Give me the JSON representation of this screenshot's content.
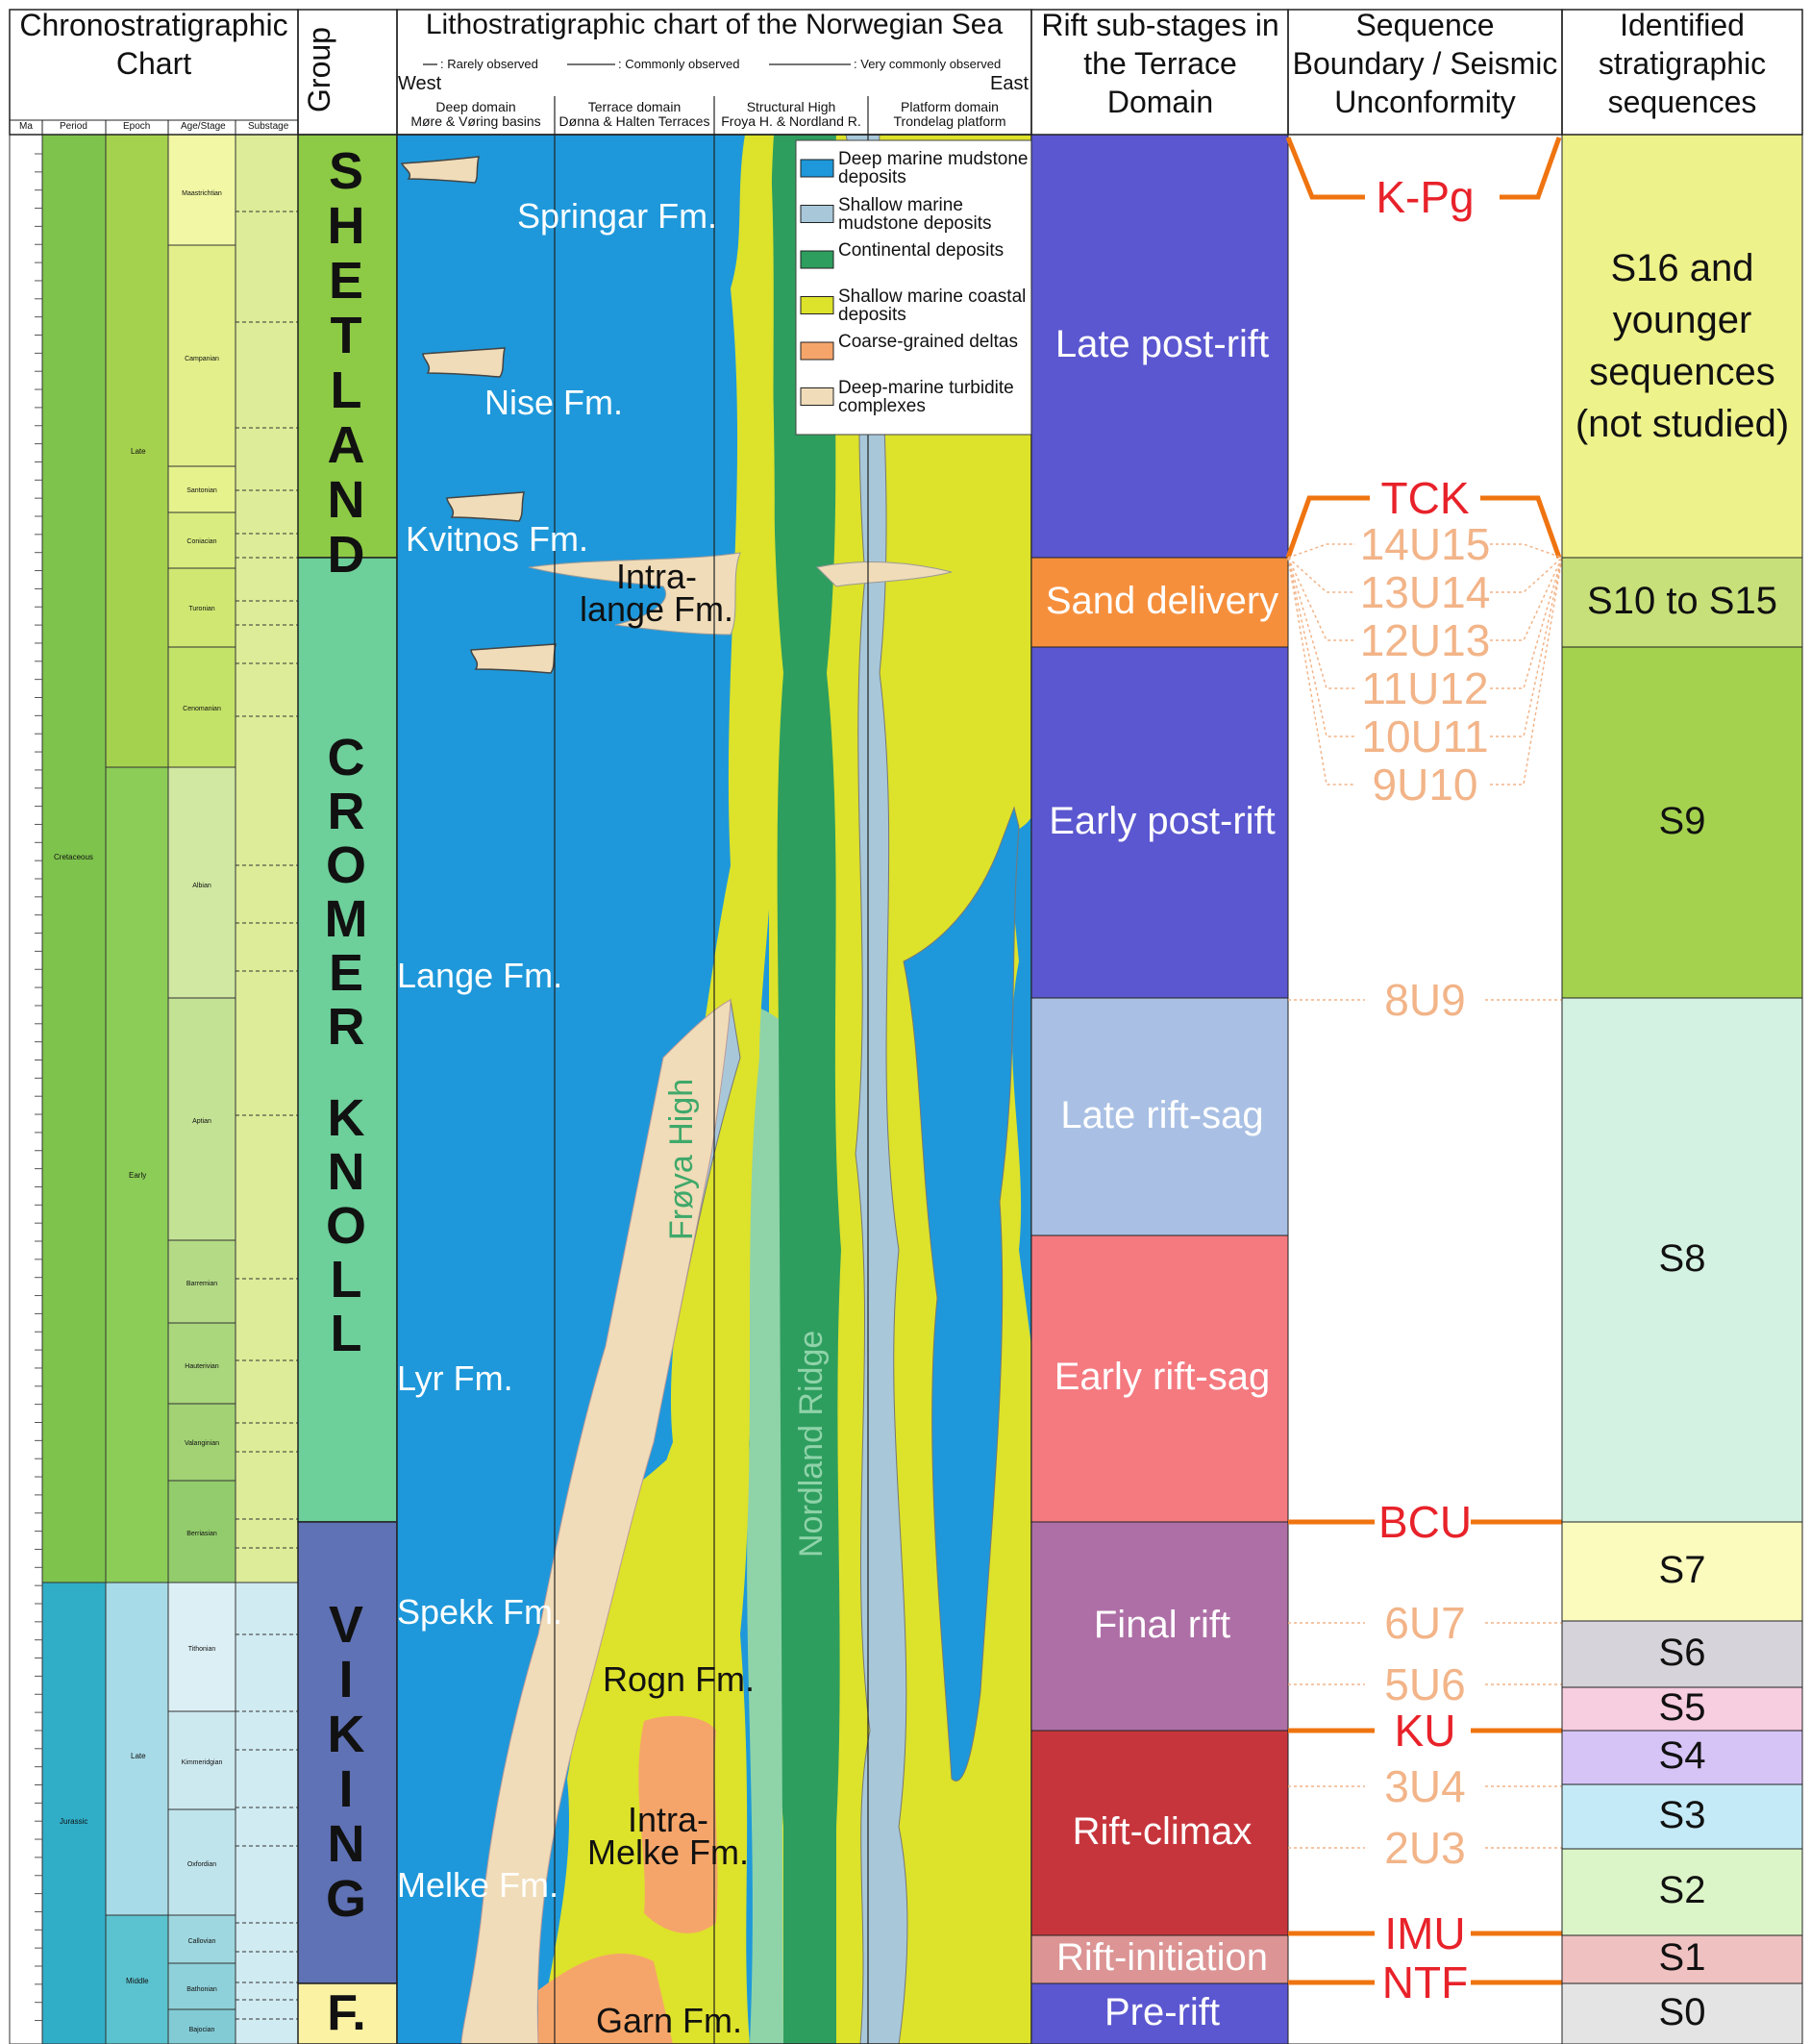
{
  "headers": {
    "chrono": "Chronostratigraphic Chart",
    "group": "Group",
    "litho": "Lithostratigraphic chart of the Norwegian Sea",
    "rift": "Rift sub-stages in the Terrace Domain",
    "boundary": "Sequence Boundary / Seismic Unconformity",
    "sequences": "Identified stratigraphic sequences"
  },
  "chrono_cols": [
    "Ma",
    "Period",
    "Epoch",
    "Age/Stage",
    "Substage"
  ],
  "observation_key": {
    "rare": "Rarely observed",
    "common": "Commonly observed",
    "very_common": "Very commonly observed"
  },
  "direction": {
    "west": "West",
    "east": "East"
  },
  "domains": [
    {
      "name": "Deep domain",
      "sub": "Møre & Vøring basins"
    },
    {
      "name": "Terrace domain",
      "sub": "Dønna & Halten Terraces"
    },
    {
      "name": "Structural High",
      "sub": "Froya H. & Nordland R."
    },
    {
      "name": "Platform domain",
      "sub": "Trondelag platform"
    }
  ],
  "periods": [
    "Cretaceous",
    "Jurassic"
  ],
  "epochs": [
    "Late",
    "Early",
    "Late",
    "Middle"
  ],
  "stages": [
    "Maastrichtian",
    "Campanian",
    "Santonian",
    "Coniacian",
    "Turonian",
    "Cenomanian",
    "Albian",
    "Aptian",
    "Barremian",
    "Hauterivian",
    "Valanginian",
    "Berriasian",
    "Tithonian",
    "Kimmeridgian",
    "Oxfordian",
    "Callovian",
    "Bathonian",
    "Bajocian"
  ],
  "groups": {
    "shetland": "SHETLAND",
    "cromer": "CROMER",
    "knoll": "KNOLL",
    "viking": "VIKING",
    "f": "F."
  },
  "formations": {
    "springar": "Springar Fm.",
    "nise": "Nise Fm.",
    "kvitnos": "Kvitnos Fm.",
    "intra_lange": "Intra-\nlange Fm.",
    "lange": "Lange Fm.",
    "lyr": "Lyr Fm.",
    "spekk": "Spekk Fm.",
    "rogn": "Rogn Fm.",
    "intra_melke": "Intra-\nMelke Fm.",
    "melke": "Melke Fm.",
    "garn": "Garn Fm.",
    "froya": "Frøya High",
    "nordland": "Nordland Ridge"
  },
  "legend": [
    {
      "label": "Deep marine mudstone deposits",
      "color": "#1e98da"
    },
    {
      "label": "Shallow marine mudstone deposits",
      "color": "#a8c8da"
    },
    {
      "label": "Continental deposits",
      "color": "#2e9e5e"
    },
    {
      "label": "Shallow marine coastal deposits",
      "color": "#dde22a"
    },
    {
      "label": "Coarse-grained deltas",
      "color": "#f6a56a"
    },
    {
      "label": "Deep-marine turbidite complexes",
      "color": "#f0dcb8"
    }
  ],
  "rift_stages": [
    {
      "label": "Late post-rift",
      "color": "#5b57d0"
    },
    {
      "label": "Sand delivery",
      "color": "#f68f3c"
    },
    {
      "label": "Early post-rift",
      "color": "#5b57d0"
    },
    {
      "label": "Late rift-sag",
      "color": "#a9c0e4"
    },
    {
      "label": "Early rift-sag",
      "color": "#f47a80"
    },
    {
      "label": "Final rift",
      "color": "#ae6fa6"
    },
    {
      "label": "Rift-climax",
      "color": "#c7353c"
    },
    {
      "label": "Rift-initiation",
      "color": "#dc9494"
    },
    {
      "label": "Pre-rift",
      "color": "#5b57d0"
    }
  ],
  "boundaries": [
    {
      "label": "K-Pg",
      "major": true
    },
    {
      "label": "TCK",
      "major": true
    },
    {
      "label": "14U15",
      "major": false
    },
    {
      "label": "13U14",
      "major": false
    },
    {
      "label": "12U13",
      "major": false
    },
    {
      "label": "11U12",
      "major": false
    },
    {
      "label": "10U11",
      "major": false
    },
    {
      "label": "9U10",
      "major": false
    },
    {
      "label": "8U9",
      "major": false
    },
    {
      "label": "BCU",
      "major": true
    },
    {
      "label": "6U7",
      "major": false
    },
    {
      "label": "5U6",
      "major": false
    },
    {
      "label": "KU",
      "major": true
    },
    {
      "label": "3U4",
      "major": false
    },
    {
      "label": "2U3",
      "major": false
    },
    {
      "label": "IMU",
      "major": true
    },
    {
      "label": "NTF",
      "major": true
    }
  ],
  "sequences": [
    {
      "label": "S16 and younger sequences (not studied)",
      "color": "#eef28a"
    },
    {
      "label": "S10 to S15",
      "color": "#c8e07a"
    },
    {
      "label": "S9",
      "color": "#a5d24e"
    },
    {
      "label": "S8",
      "color": "#d4f2e2"
    },
    {
      "label": "S7",
      "color": "#fbfbbe"
    },
    {
      "label": "S6",
      "color": "#d6d4da"
    },
    {
      "label": "S5",
      "color": "#f7cde0"
    },
    {
      "label": "S4",
      "color": "#d7c4f7"
    },
    {
      "label": "S3",
      "color": "#c4eaf7"
    },
    {
      "label": "S2",
      "color": "#dcf5c8"
    },
    {
      "label": "S1",
      "color": "#efc1c1"
    },
    {
      "label": "S0",
      "color": "#e4e4e4"
    }
  ],
  "colors": {
    "deep_blue": "#1e98da",
    "shetland_group": "#8dca46",
    "cromer_group": "#6dcf9a",
    "viking_group": "#5f72b6",
    "f_group": "#fbf3a3",
    "major_boundary": "#ef7410",
    "minor_boundary": "#f2b488",
    "boundary_text": "#e8222a"
  }
}
